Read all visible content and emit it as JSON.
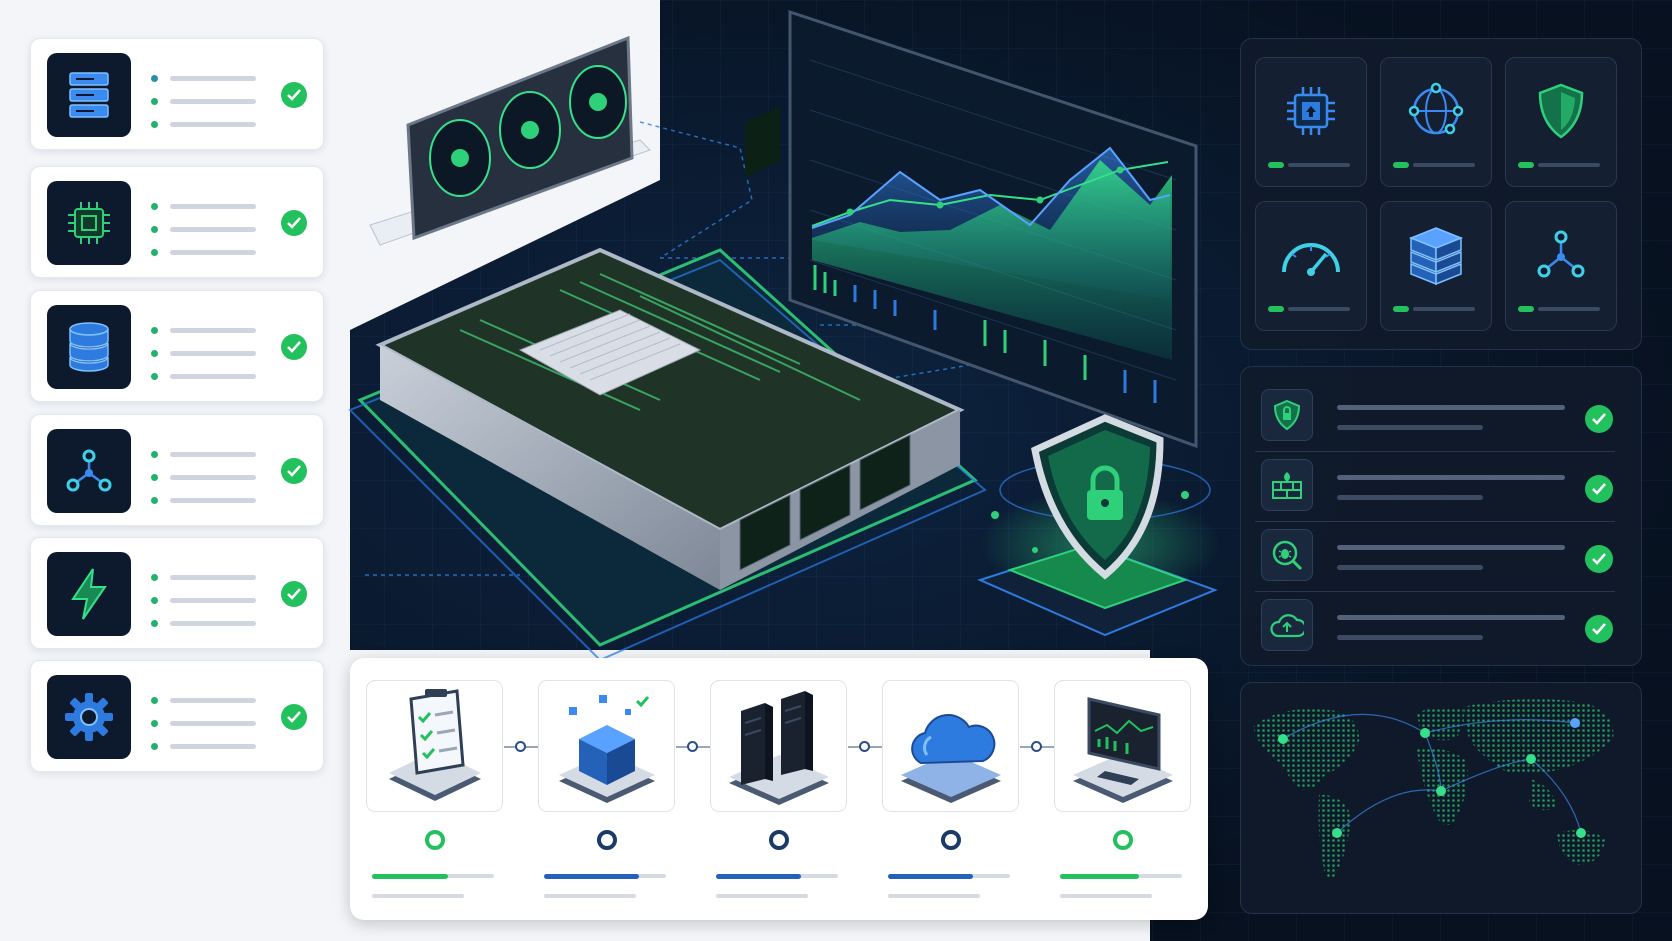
{
  "left_cards": [
    {
      "icon": "server-rack-icon",
      "status": "ok"
    },
    {
      "icon": "cpu-chip-icon",
      "status": "ok"
    },
    {
      "icon": "database-icon",
      "status": "ok"
    },
    {
      "icon": "network-nodes-icon",
      "status": "ok"
    },
    {
      "icon": "lightning-bolt-icon",
      "status": "ok"
    },
    {
      "icon": "gear-icon",
      "status": "ok"
    }
  ],
  "workflow_steps": [
    {
      "icon": "checklist-clipboard-icon",
      "progress": 0.62,
      "color": "#22c15e"
    },
    {
      "icon": "package-box-icon",
      "progress": 0.78,
      "color": "#2461b8"
    },
    {
      "icon": "server-towers-icon",
      "progress": 0.7,
      "color": "#2461b8"
    },
    {
      "icon": "cloud-icon",
      "progress": 0.7,
      "color": "#2461b8"
    },
    {
      "icon": "monitor-dashboard-icon",
      "progress": 0.65,
      "color": "#22c15e"
    }
  ],
  "feature_tiles": [
    {
      "icon": "processor-upload-icon"
    },
    {
      "icon": "global-network-icon"
    },
    {
      "icon": "security-shield-icon"
    },
    {
      "icon": "speedometer-gauge-icon"
    },
    {
      "icon": "storage-stack-icon"
    },
    {
      "icon": "node-hub-icon"
    }
  ],
  "security_rows": [
    {
      "icon": "shield-lock-icon",
      "status": "ok"
    },
    {
      "icon": "firewall-icon",
      "status": "ok"
    },
    {
      "icon": "bug-scan-icon",
      "status": "ok"
    },
    {
      "icon": "cloud-upload-icon",
      "status": "ok"
    }
  ],
  "colors": {
    "accent_green": "#22c15e",
    "accent_blue": "#2e7be0",
    "dark_bg": "#0a1a30"
  }
}
